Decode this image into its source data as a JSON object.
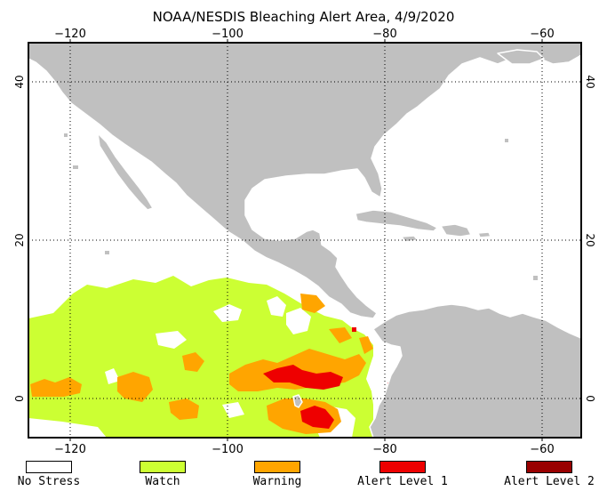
{
  "title": "NOAA/NESDIS Bleaching Alert Area, 4/9/2020",
  "map": {
    "lon_labels": [
      "−120",
      "−100",
      "−80",
      "−60"
    ],
    "lon_values": [
      -120,
      -100,
      -80,
      -60
    ],
    "lat_labels": [
      "40",
      "20",
      "0"
    ],
    "lat_values": [
      40,
      20,
      0
    ],
    "lon_range": [
      -125,
      -55
    ],
    "lat_range": [
      -5,
      45
    ]
  },
  "legend": [
    {
      "label": "No Stress",
      "color": "#ffffff"
    },
    {
      "label": "Watch",
      "color": "#ccff33"
    },
    {
      "label": "Warning",
      "color": "#ffa500"
    },
    {
      "label": "Alert Level 1",
      "color": "#ee0000"
    },
    {
      "label": "Alert Level 2",
      "color": "#990000"
    }
  ],
  "colors": {
    "land": "#c0c0c0",
    "ocean": "#ffffff",
    "watch": "#ccff33",
    "warning": "#ffa500",
    "alert1": "#ee0000",
    "alert2": "#990000"
  }
}
